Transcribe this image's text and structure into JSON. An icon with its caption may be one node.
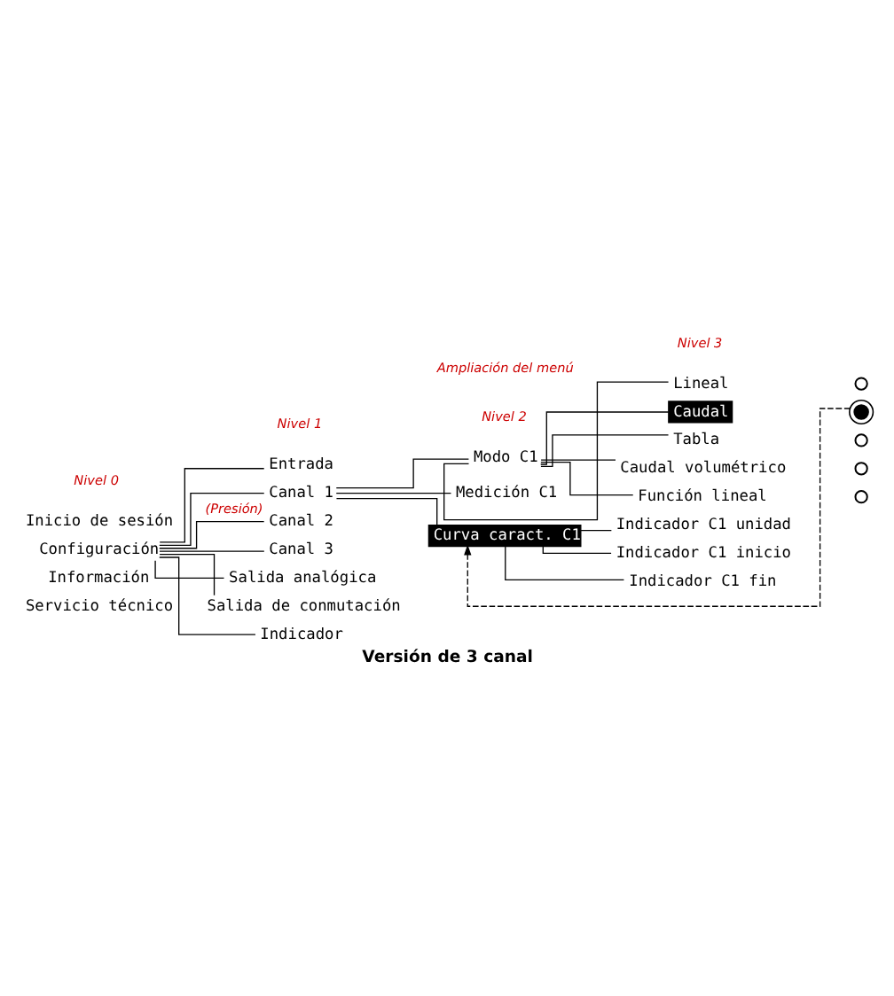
{
  "diagram": {
    "caption": "Versión de 3 canal",
    "nodes": [
      {
        "text": [
          "Inicio de sesión"
        ]
      },
      {
        "text": [
          "Configuración"
        ]
      },
      {
        "text": [
          "Entrada"
        ]
      },
      {
        "text": [
          "Canal 1"
        ],
        "beside": [
          "(Presión)"
        ]
      },
      {
        "text": [
          "Modo C1"
        ]
      },
      {
        "text": [
          "Lineal"
        ]
      },
      {
        "text": [
          "Caudal"
        ]
      },
      {
        "text": [
          "Tabla"
        ]
      },
      {
        "text": [
          "Caudal volumétrico"
        ]
      },
      {
        "text": [
          "Función lineal"
        ]
      },
      {
        "text": [
          "Medición C1"
        ]
      },
      {
        "text": [
          "Curva caract. C1"
        ]
      },
      {
        "text": [
          "Indicador C1 unidad"
        ]
      },
      {
        "text": [
          "Indicador C1 inicio"
        ]
      },
      {
        "text": [
          "Indicador C1 fin"
        ]
      },
      {
        "text": [
          "Canal 2"
        ]
      },
      {
        "text": [
          "Canal 3"
        ]
      },
      {
        "text": [
          "Salida analógica"
        ]
      },
      {
        "text": [
          "Salida de conmutación"
        ]
      },
      {
        "text": [
          "Indicador"
        ]
      },
      {
        "text": [
          "Información"
        ]
      },
      {
        "text": [
          "Servicio técnico"
        ]
      },
      {
        "text": [],
        "shape": "circle"
      },
      {
        "text": [],
        "shape": "circle"
      },
      {
        "text": [],
        "shape": "circle"
      },
      {
        "text": [],
        "shape": "circle"
      },
      {
        "text": [],
        "shape": "circle"
      }
    ],
    "edges": [
      {
        "from": 1,
        "to": 2,
        "arrow": "none"
      },
      {
        "from": 1,
        "to": 3,
        "arrow": "none"
      },
      {
        "from": 3,
        "to": 4,
        "arrow": "none"
      },
      {
        "from": 4,
        "to": 5,
        "arrow": "none"
      },
      {
        "from": 4,
        "to": 6,
        "arrow": "none"
      },
      {
        "from": 4,
        "to": 7,
        "arrow": "none"
      },
      {
        "from": 4,
        "to": 8,
        "arrow": "none"
      },
      {
        "from": 4,
        "to": 9,
        "arrow": "none"
      },
      {
        "from": 3,
        "to": 10,
        "arrow": "none"
      },
      {
        "from": 3,
        "to": 11,
        "arrow": "none"
      },
      {
        "from": 11,
        "to": 12,
        "arrow": "none"
      },
      {
        "from": 11,
        "to": 13,
        "arrow": "none"
      },
      {
        "from": 11,
        "to": 14,
        "arrow": "none"
      },
      {
        "from": 1,
        "to": 15,
        "arrow": "none"
      },
      {
        "from": 1,
        "to": 16,
        "arrow": "none"
      },
      {
        "from": 1,
        "to": 17,
        "arrow": "none"
      },
      {
        "from": 1,
        "to": 18,
        "arrow": "none"
      },
      {
        "from": 1,
        "to": 19,
        "arrow": "none"
      },
      {
        "from": 23,
        "to": 11,
        "arrow": "to",
        "style": "dashed"
      }
    ],
    "labels": [
      "Nivel 0",
      "Nivel 1",
      "Nivel 2",
      "Nivel 3",
      "Ampliación del menú"
    ]
  }
}
